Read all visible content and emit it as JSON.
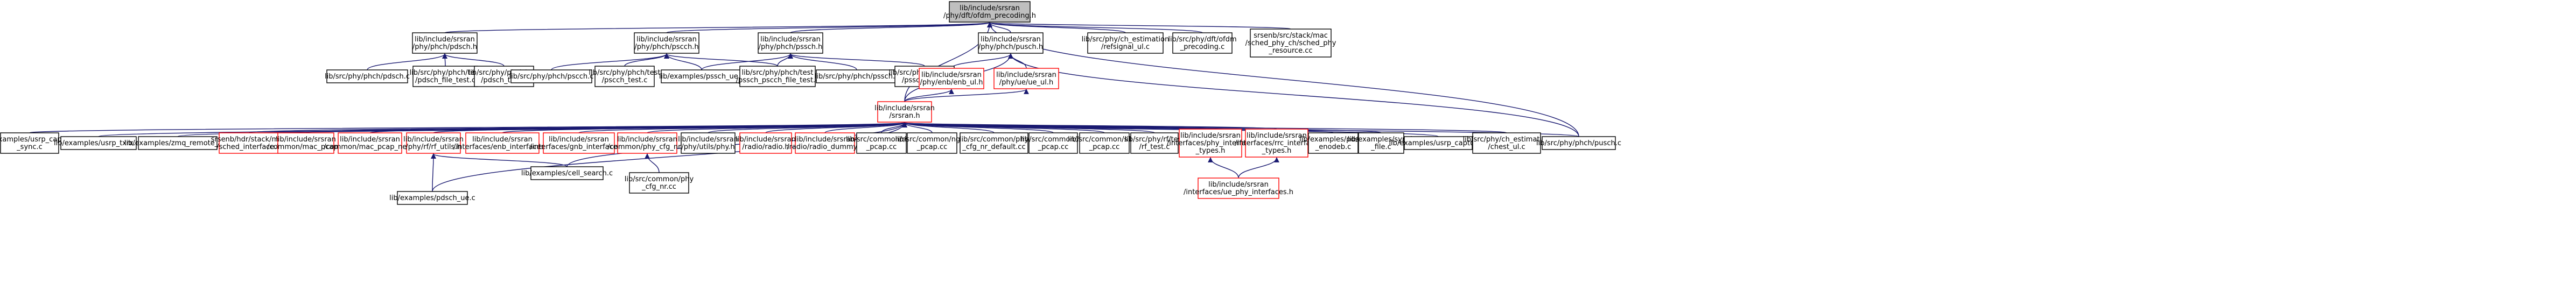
{
  "colors": {
    "edge": "#191970",
    "node_border": "#000000",
    "node_border_missing": "#ff0000",
    "root_fill": "#bfbfbf",
    "node_fill": "#ffffff"
  },
  "graph": {
    "nodes": [
      {
        "id": "root",
        "lines": [
          "lib/include/srsran",
          "/phy/dft/ofdm_precoding.h"
        ],
        "style": "root"
      },
      {
        "id": "pdsch_h",
        "lines": [
          "lib/include/srsran",
          "/phy/phch/pdsch.h"
        ],
        "style": "normal"
      },
      {
        "id": "pscch_h",
        "lines": [
          "lib/include/srsran",
          "/phy/phch/pscch.h"
        ],
        "style": "normal"
      },
      {
        "id": "pssch_h",
        "lines": [
          "lib/include/srsran",
          "/phy/phch/pssch.h"
        ],
        "style": "normal"
      },
      {
        "id": "pusch_h",
        "lines": [
          "lib/include/srsran",
          "/phy/phch/pusch.h"
        ],
        "style": "normal"
      },
      {
        "id": "chest_ul_c",
        "lines": [
          "lib/src/phy/ch_estimation",
          "/refsignal_ul.c"
        ],
        "style": "normal"
      },
      {
        "id": "ofdm_prec_c",
        "lines": [
          "lib/src/phy/dft/ofdm",
          "_precoding.c"
        ],
        "style": "normal"
      },
      {
        "id": "sched_phy",
        "lines": [
          "srsenb/src/stack/mac",
          "/sched_phy_ch/sched_phy",
          "_resource.cc"
        ],
        "style": "normal"
      },
      {
        "id": "pdsch_c",
        "lines": [
          "lib/src/phy/phch/pdsch.c"
        ],
        "style": "normal"
      },
      {
        "id": "pdsch_file_test",
        "lines": [
          "lib/src/phy/phch/test",
          "/pdsch_file_test.c"
        ],
        "style": "normal"
      },
      {
        "id": "pdsch_test",
        "lines": [
          "lib/src/phy/phch/test",
          "/pdsch_test.c"
        ],
        "style": "normal"
      },
      {
        "id": "pscch_c",
        "lines": [
          "lib/src/phy/phch/pscch.c"
        ],
        "style": "normal"
      },
      {
        "id": "pscch_test",
        "lines": [
          "lib/src/phy/phch/test",
          "/pscch_test.c"
        ],
        "style": "normal"
      },
      {
        "id": "pssch_ue",
        "lines": [
          "lib/examples/pssch_ue.c"
        ],
        "style": "normal"
      },
      {
        "id": "pssch_pscch_file_test",
        "lines": [
          "lib/src/phy/phch/test",
          "/pssch_pscch_file_test.c"
        ],
        "style": "normal"
      },
      {
        "id": "pssch_c",
        "lines": [
          "lib/src/phy/phch/pssch.c"
        ],
        "style": "normal"
      },
      {
        "id": "pssch_test",
        "lines": [
          "lib/src/phy/phch/test",
          "/pssch_test.c"
        ],
        "style": "normal"
      },
      {
        "id": "enb_ul_h",
        "lines": [
          "lib/include/srsran",
          "/phy/enb/enb_ul.h"
        ],
        "style": "missing"
      },
      {
        "id": "ue_ul_h",
        "lines": [
          "lib/include/srsran",
          "/phy/ue/ue_ul.h"
        ],
        "style": "missing"
      },
      {
        "id": "srsran_h",
        "lines": [
          "lib/include/srsran",
          "/srsran.h"
        ],
        "style": "missing"
      },
      {
        "id": "usrp_capture_sync",
        "lines": [
          "lib/examples/usrp_capture",
          "_sync.c"
        ],
        "style": "normal"
      },
      {
        "id": "usrp_txrx",
        "lines": [
          "lib/examples/usrp_txrx.cc"
        ],
        "style": "normal"
      },
      {
        "id": "zmq_remote_rx",
        "lines": [
          "lib/examples/zmq_remote_rx.c"
        ],
        "style": "normal"
      },
      {
        "id": "sched_interface",
        "lines": [
          "srsenb/hdr/stack/mac",
          "/sched_interface.h"
        ],
        "style": "missing"
      },
      {
        "id": "mac_pcap",
        "lines": [
          "lib/include/srsran",
          "/common/mac_pcap.h"
        ],
        "style": "missing"
      },
      {
        "id": "mac_pcap_net",
        "lines": [
          "lib/include/srsran",
          "/common/mac_pcap_net.h"
        ],
        "style": "missing"
      },
      {
        "id": "rf_utils",
        "lines": [
          "lib/include/srsran",
          "/phy/rf/rf_utils.h"
        ],
        "style": "missing"
      },
      {
        "id": "enb_interfaces",
        "lines": [
          "lib/include/srsran",
          "/interfaces/enb_interfaces.h"
        ],
        "style": "missing"
      },
      {
        "id": "gnb_interfaces",
        "lines": [
          "lib/include/srsran",
          "/interfaces/gnb_interfaces.h"
        ],
        "style": "missing"
      },
      {
        "id": "phy_cfg_nr",
        "lines": [
          "lib/include/srsran",
          "/common/phy_cfg_nr.h"
        ],
        "style": "missing"
      },
      {
        "id": "phy_h",
        "lines": [
          "lib/include/srsran",
          "/phy/utils/phy.h"
        ],
        "style": "normal"
      },
      {
        "id": "radio_h",
        "lines": [
          "lib/include/srsran",
          "/radio/radio.h"
        ],
        "style": "missing"
      },
      {
        "id": "radio_dummy",
        "lines": [
          "lib/include/srsran",
          "/radio/radio_dummy.h"
        ],
        "style": "missing"
      },
      {
        "id": "mac_pcap_cc",
        "lines": [
          "lib/src/common/mac",
          "_pcap.cc"
        ],
        "style": "normal"
      },
      {
        "id": "ngap_pcap",
        "lines": [
          "lib/src/common/ngap",
          "_pcap.cc"
        ],
        "style": "normal"
      },
      {
        "id": "phy_cfg_nr_default",
        "lines": [
          "lib/src/common/phy",
          "_cfg_nr_default.cc"
        ],
        "style": "normal"
      },
      {
        "id": "rlc_pcap",
        "lines": [
          "lib/src/common/rlc",
          "_pcap.cc"
        ],
        "style": "normal"
      },
      {
        "id": "s1ap_pcap",
        "lines": [
          "lib/src/common/s1ap",
          "_pcap.cc"
        ],
        "style": "normal"
      },
      {
        "id": "rf_test",
        "lines": [
          "lib/src/phy/rf/test",
          "/rf_test.c"
        ],
        "style": "normal"
      },
      {
        "id": "phy_interface_types",
        "lines": [
          "lib/include/srsran",
          "/interfaces/phy_interface",
          "_types.h"
        ],
        "style": "missing"
      },
      {
        "id": "rrc_interface_types",
        "lines": [
          "lib/include/srsran",
          "/interfaces/rrc_interface",
          "_types.h"
        ],
        "style": "missing"
      },
      {
        "id": "pdsch_enodeb",
        "lines": [
          "lib/examples/pdsch",
          "_enodeb.c"
        ],
        "style": "normal"
      },
      {
        "id": "synch_file",
        "lines": [
          "lib/examples/synch",
          "_file.c"
        ],
        "style": "normal"
      },
      {
        "id": "usrp_capture",
        "lines": [
          "lib/examples/usrp_capture.c"
        ],
        "style": "normal"
      },
      {
        "id": "chest_ul_test",
        "lines": [
          "lib/src/phy/ch_estimation",
          "/chest_ul.c"
        ],
        "style": "normal"
      },
      {
        "id": "pusch_c",
        "lines": [
          "lib/src/phy/phch/pusch.c"
        ],
        "style": "normal"
      },
      {
        "id": "pdsch_ue",
        "lines": [
          "lib/examples/pdsch_ue.c"
        ],
        "style": "normal"
      },
      {
        "id": "cell_search",
        "lines": [
          "lib/examples/cell_search.c"
        ],
        "style": "normal"
      },
      {
        "id": "phy_cfg_nr_cc",
        "lines": [
          "lib/src/common/phy",
          "_cfg_nr.cc"
        ],
        "style": "normal"
      },
      {
        "id": "ue_phy_interfaces",
        "lines": [
          "lib/include/srsran",
          "/interfaces/ue_phy_interfaces.h"
        ],
        "style": "missing"
      }
    ]
  }
}
